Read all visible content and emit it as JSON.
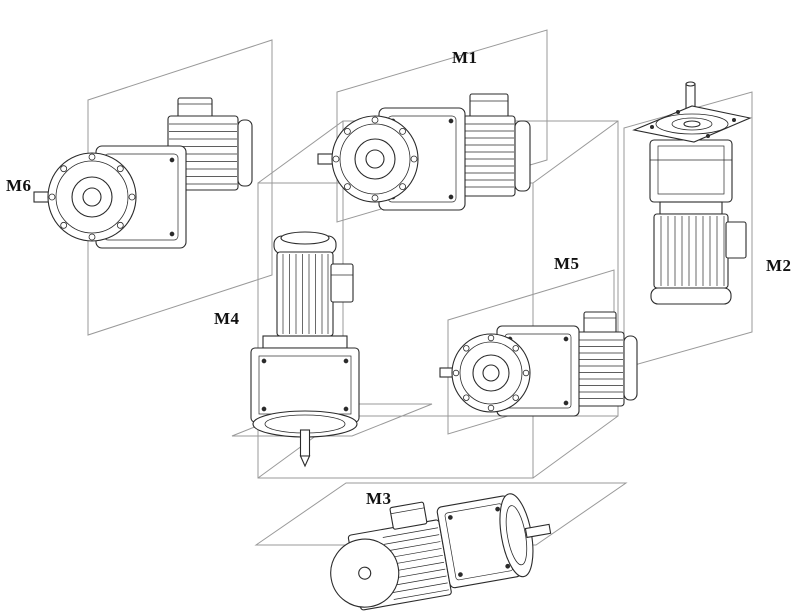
{
  "page": {
    "background_color": "#ffffff",
    "line_color": "#2b2b2b",
    "guide_line_color": "#999999"
  },
  "diagram": {
    "type": "technical-illustration",
    "subject": "gearmotor-mounting-positions",
    "labels": {
      "m1": "M1",
      "m2": "M2",
      "m3": "M3",
      "m4": "M4",
      "m5": "M5",
      "m6": "M6"
    }
  }
}
